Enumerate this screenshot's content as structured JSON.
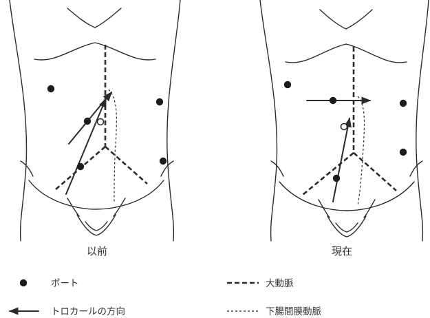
{
  "panels": [
    {
      "caption": "以前"
    },
    {
      "caption": "現在"
    }
  ],
  "legend": {
    "port": "ポート",
    "trocar_direction": "トロカールの方向",
    "aorta": "大動脈",
    "inferior_mesenteric_artery": "下腸間膜動脈"
  }
}
